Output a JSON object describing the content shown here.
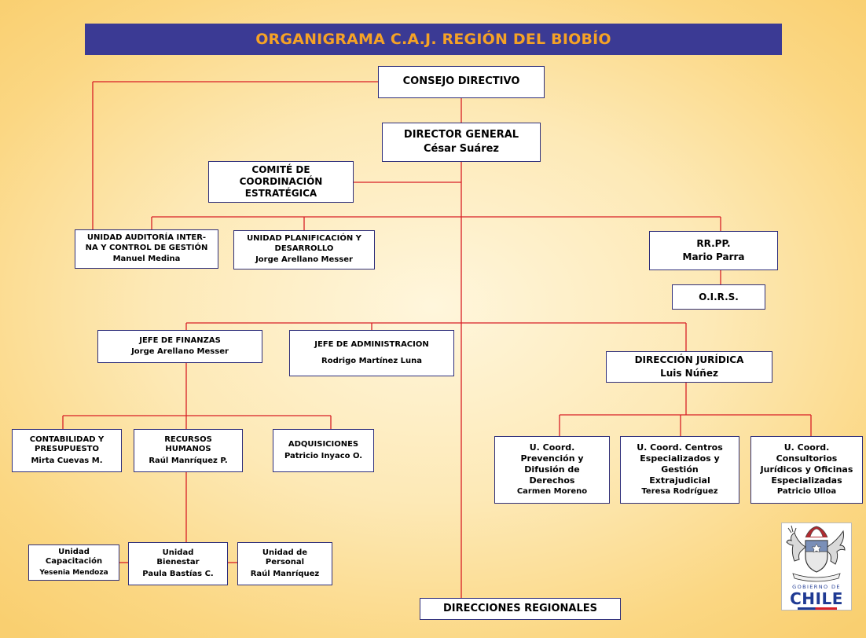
{
  "title": "ORGANIGRAMA  C.A.J. REGIÓN DEL BIOBÍO",
  "nodes": {
    "consejo": {
      "title": "CONSEJO DIRECTIVO"
    },
    "director": {
      "title": "DIRECTOR GENERAL",
      "person": "César Suárez"
    },
    "comite": {
      "title": "COMITÉ DE\nCOORDINACIÓN\nESTRATÉGICA"
    },
    "auditoria": {
      "title": "UNIDAD AUDITORÍA INTER-\nNA Y CONTROL DE GESTIÓN",
      "person": "Manuel Medina"
    },
    "planificacion": {
      "title": "UNIDAD PLANIFICACIÓN Y\nDESARROLLO",
      "person": "Jorge Arellano Messer"
    },
    "rrpp": {
      "title": "RR.PP.",
      "person": "Mario Parra"
    },
    "oirs": {
      "title": "O.I.R.S."
    },
    "finanzas": {
      "title": "JEFE DE FINANZAS",
      "person": "Jorge Arellano Messer"
    },
    "administracion": {
      "title": "JEFE DE ADMINISTRACION",
      "person": "Rodrigo Martínez Luna"
    },
    "juridica": {
      "title": "DIRECCIÓN JURÍDICA",
      "person": "Luis Núñez"
    },
    "contabilidad": {
      "title": "CONTABILIDAD Y\nPRESUPUESTO",
      "person": "Mirta Cuevas M."
    },
    "rrhh": {
      "title": "RECURSOS\nHUMANOS",
      "person": "Raúl Manríquez P."
    },
    "adquisiciones": {
      "title": "ADQUISICIONES",
      "person": "Patricio Inyaco O."
    },
    "prevencion": {
      "title": "U. Coord.\nPrevención y\nDifusión de\nDerechos",
      "person": "Carmen Moreno"
    },
    "centros": {
      "title": "U. Coord. Centros\nEspecializados y\nGestión\nExtrajudicial",
      "person": "Teresa Rodríguez"
    },
    "consultorios": {
      "title": "U. Coord.\nConsultorios\nJurídicos y Oficinas\nEspecializadas",
      "person": "Patricio Ulloa"
    },
    "capacitacion": {
      "title": "Unidad\nCapacitación",
      "person": "Yesenia Mendoza"
    },
    "bienestar": {
      "title": "Unidad\nBienestar",
      "person": "Paula Bastías C."
    },
    "personal": {
      "title": "Unidad de\nPersonal",
      "person": "Raúl Manríquez"
    },
    "regionales": {
      "title": "DIRECCIONES REGIONALES"
    }
  },
  "logo": {
    "line1": "GOBIERNO DE",
    "line2": "CHILE"
  },
  "colors": {
    "line": "#d81f26",
    "title_bg": "#3b3a94",
    "title_text": "#f5a226",
    "border": "#2e2e7a"
  }
}
